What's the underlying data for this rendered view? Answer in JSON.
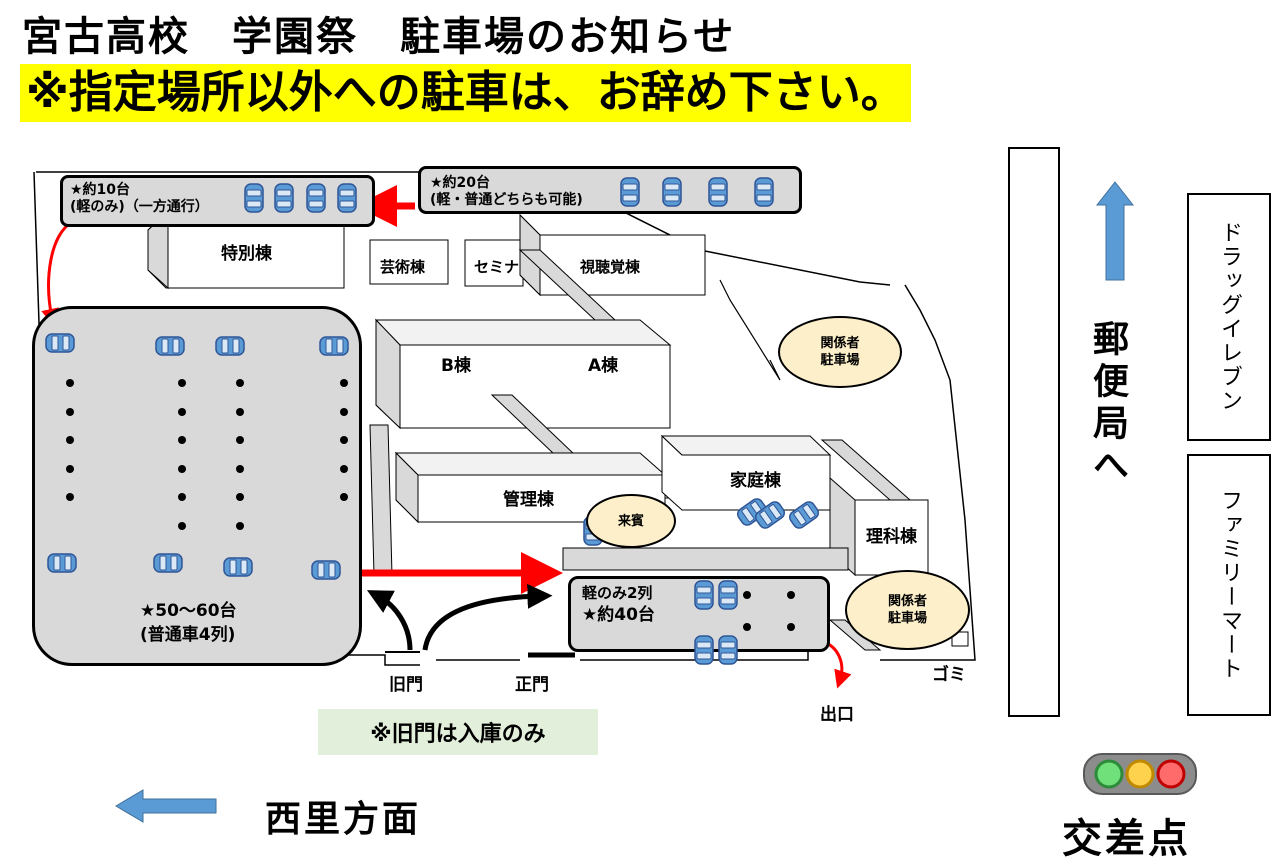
{
  "header": {
    "title": "宮古高校　学園祭　駐車場のお知らせ",
    "warning": "※指定場所以外への駐車は、お辞め下さい。"
  },
  "lots": {
    "top_left": "★約10台\n(軽のみ)（一方通行）",
    "top_right": "★約20台\n(軽・普通どちらも可能)",
    "big_left_count": "★50～60台",
    "big_left_note": "(普通車4列)",
    "kei_line1": "軽のみ2列",
    "kei_line2": "★約40台"
  },
  "buildings": {
    "tokubetsu": "特別棟",
    "geijutsu": "芸術棟",
    "semina": "セミナ",
    "shichokaku": "視聴覚棟",
    "b": "B棟",
    "a": "A棟",
    "kanri": "管理棟",
    "katei": "家庭棟",
    "rika": "理科棟"
  },
  "circles": {
    "staff_top": "関係者\n駐車場",
    "guest": "来賓",
    "staff_bottom": "関係者\n駐車場"
  },
  "places": {
    "old_gate": "旧門",
    "main_gate": "正門",
    "exit": "出口",
    "garbage": "ゴミ",
    "post_office": "郵便局へ",
    "drugstore": "ドラッグイレブン",
    "familymart": "ファミリーマート",
    "nishisato": "西里方面",
    "intersection": "交差点"
  },
  "note": "※旧門は入庫のみ",
  "colors": {
    "highlight": "#ffff00",
    "lot": "#d9d9d9",
    "car": "#5b9bd5",
    "arrow_red": "#ff0000",
    "arrow_blue": "#5b9bd5",
    "circle": "#fcefc9",
    "note_bg": "#e2efda"
  },
  "icons": [
    "car-icon",
    "traffic-light-icon",
    "arrow-up-icon",
    "arrow-left-icon"
  ]
}
